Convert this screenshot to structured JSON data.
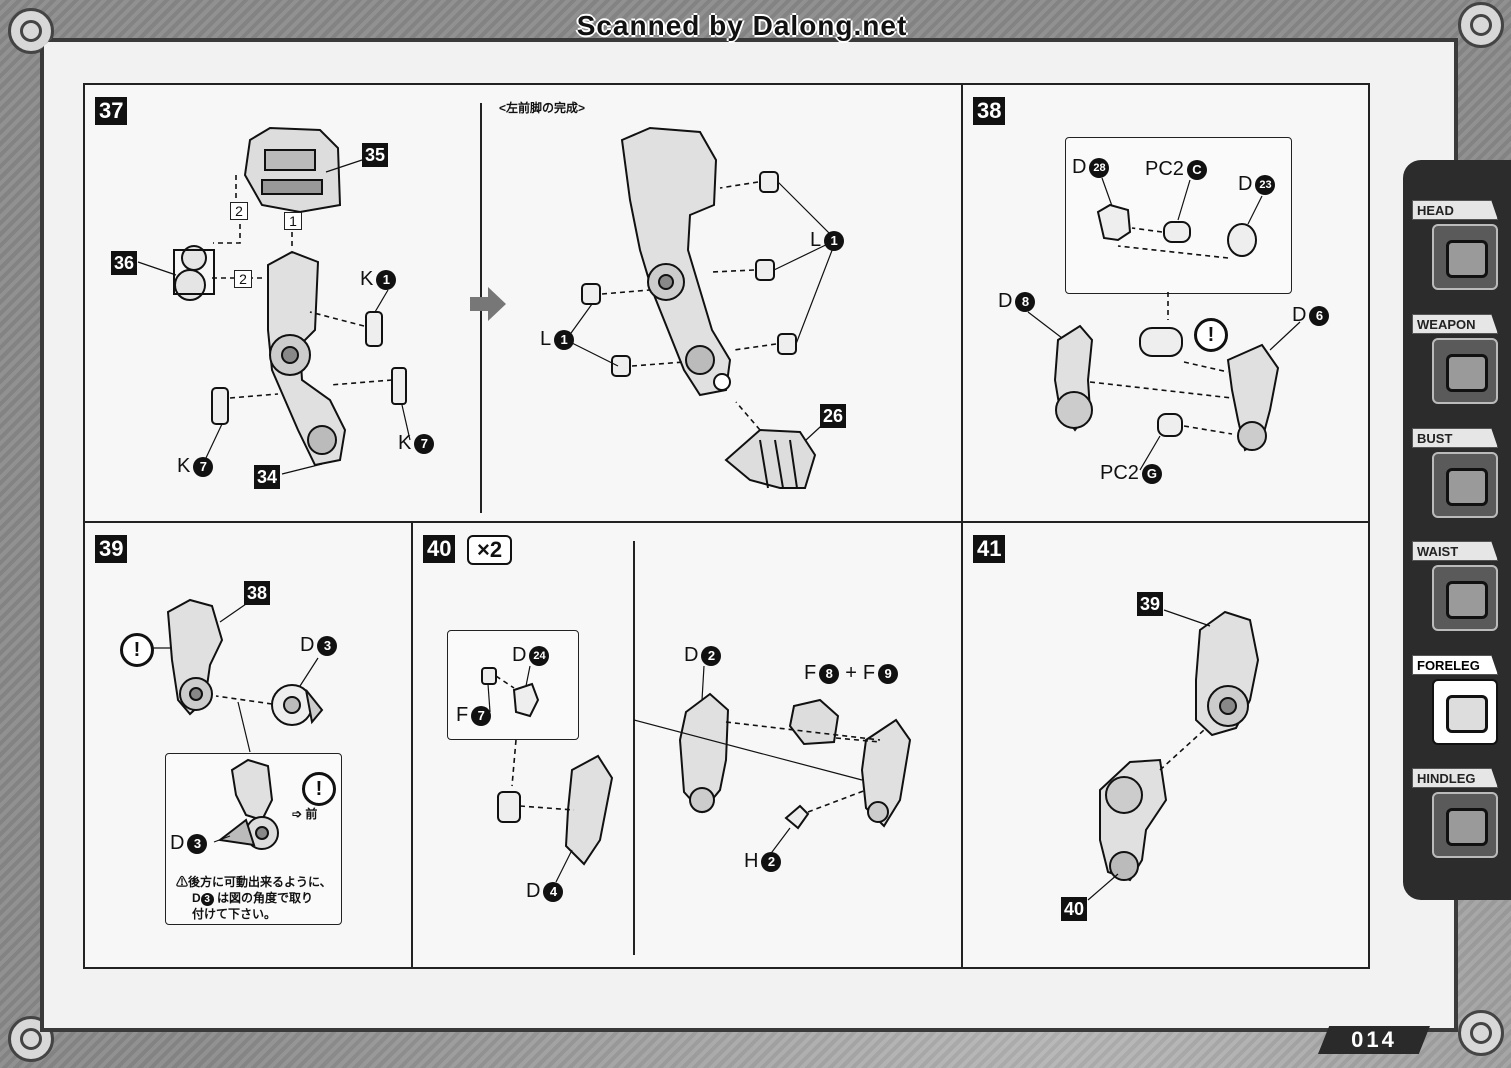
{
  "header": {
    "scan_credit": "Scanned by Dalong.net"
  },
  "page_number": "014",
  "sidebar": {
    "items": [
      {
        "label": "HEAD",
        "icon": "head-icon"
      },
      {
        "label": "WEAPON",
        "icon": "weapon-icon"
      },
      {
        "label": "BUST",
        "icon": "bust-icon"
      },
      {
        "label": "WAIST",
        "icon": "waist-icon"
      },
      {
        "label": "FORELEG",
        "icon": "foreleg-icon",
        "active": true
      },
      {
        "label": "HINDLEG",
        "icon": "hindleg-icon"
      }
    ]
  },
  "steps": {
    "s37": {
      "number": "37",
      "caption": "<左前脚の完成>",
      "refs": {
        "r35": "35",
        "r36": "36",
        "r34": "34",
        "r26": "26"
      },
      "seq": {
        "one": "1",
        "two": "2"
      },
      "parts": {
        "k1": {
          "letter": "K",
          "num": "1"
        },
        "k7a": {
          "letter": "K",
          "num": "7"
        },
        "k7b": {
          "letter": "K",
          "num": "7"
        },
        "l1a": {
          "letter": "L",
          "num": "1"
        },
        "l1b": {
          "letter": "L",
          "num": "1"
        }
      }
    },
    "s38": {
      "number": "38",
      "parts": {
        "d28": {
          "letter": "D",
          "num": "28"
        },
        "pc2c": {
          "letter": "PC2",
          "num": "C"
        },
        "d23": {
          "letter": "D",
          "num": "23"
        },
        "d8": {
          "letter": "D",
          "num": "8"
        },
        "d6": {
          "letter": "D",
          "num": "6"
        },
        "pc2g": {
          "letter": "PC2",
          "num": "G"
        }
      },
      "warn": "!"
    },
    "s39": {
      "number": "39",
      "refs": {
        "r38": "38"
      },
      "parts": {
        "d3a": {
          "letter": "D",
          "num": "3"
        },
        "d3b": {
          "letter": "D",
          "num": "3"
        }
      },
      "warn": "!",
      "front_label": "前",
      "note": {
        "line1": "⚠後方に可動出来るように、",
        "line2_prefix": "D",
        "line2_num": "3",
        "line2_suffix": "は図の角度で取り",
        "line3": "付けて下さい。"
      }
    },
    "s40": {
      "number": "40",
      "multiplier": "×2",
      "parts": {
        "d24": {
          "letter": "D",
          "num": "24"
        },
        "f7": {
          "letter": "F",
          "num": "7"
        },
        "d4": {
          "letter": "D",
          "num": "4"
        },
        "d2": {
          "letter": "D",
          "num": "2"
        },
        "f8": {
          "letter": "F",
          "num": "8"
        },
        "plus": "+",
        "f9": {
          "letter": "F",
          "num": "9"
        },
        "h2": {
          "letter": "H",
          "num": "2"
        }
      }
    },
    "s41": {
      "number": "41",
      "refs": {
        "r39": "39",
        "r40": "40"
      }
    }
  }
}
